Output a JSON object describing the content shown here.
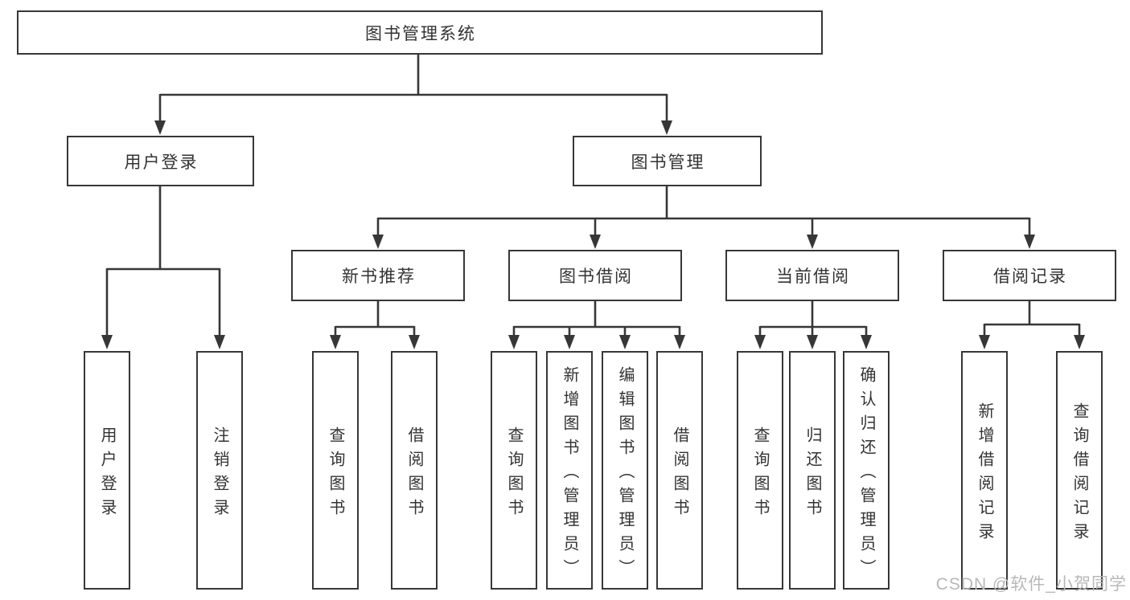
{
  "diagram_title": "图书管理系统",
  "nodes": {
    "root": "图书管理系统",
    "user_login": "用户登录",
    "book_management": "图书管理",
    "new_book_recommend": "新书推荐",
    "book_borrowing": "图书借阅",
    "current_borrowing": "当前借阅",
    "borrowing_records": "借阅记录",
    "leaf_user_login": "用户登录",
    "leaf_logout_login": "注销登录",
    "leaf_query_books_1": "查询图书",
    "leaf_borrow_books_1": "借阅图书",
    "leaf_query_books_2": "查询图书",
    "leaf_add_books_admin": "新增图书（管理员）",
    "leaf_edit_books_admin": "编辑图书（管理员）",
    "leaf_borrow_books_2": "借阅图书",
    "leaf_query_books_3": "查询图书",
    "leaf_return_books": "归还图书",
    "leaf_confirm_return_admin": "确认归还（管理员）",
    "leaf_add_borrow_record": "新增借阅记录",
    "leaf_query_borrow_record": "查询借阅记录"
  },
  "watermark": "CSDN @软件_小贺同学",
  "colors": {
    "line": "#373737",
    "text": "#333333",
    "watermark": "#b8b8b8",
    "background": "#ffffff"
  }
}
